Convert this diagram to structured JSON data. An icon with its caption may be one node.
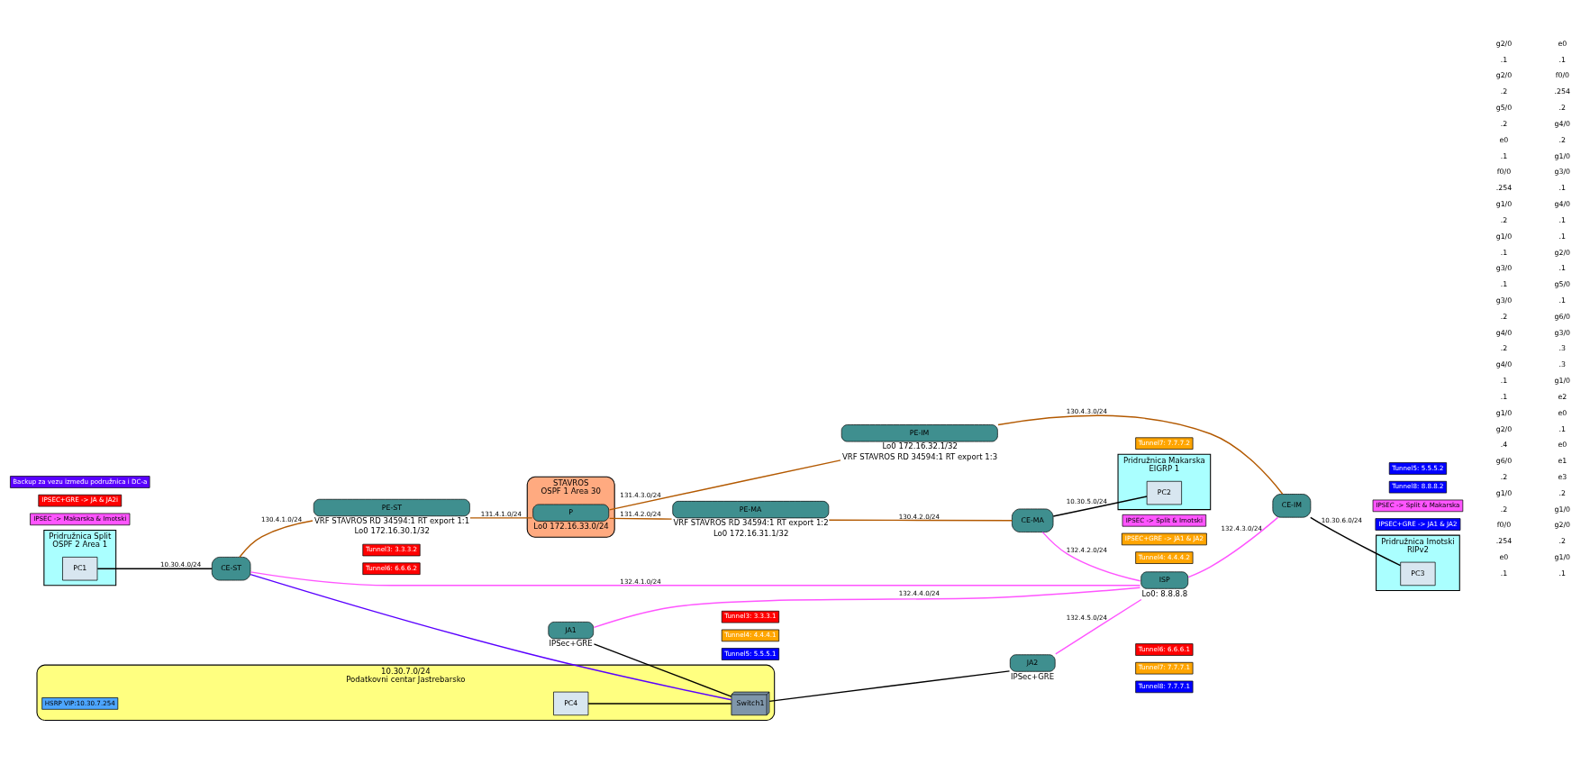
{
  "diagram": {
    "nodes": [
      {
        "text": [
          "Pridružnica Split",
          "OSPF 2 Area 1"
        ]
      },
      {
        "text": [
          "PC1"
        ],
        "in": 0
      },
      {
        "text": [
          "CE-ST"
        ]
      },
      {
        "text": [
          "Tunnel3: 3.3.3.2"
        ]
      },
      {
        "text": [
          "Tunnel6: 6.6.6.2"
        ]
      },
      {
        "text": [
          "STAVROS",
          "OSPF 1 Area 30"
        ]
      },
      {
        "text": [
          "PE-ST"
        ],
        "beside": [
          "VRF STAVROS RD 34594:1 RT export 1:1",
          "Lo0 172.16.30.1/32"
        ]
      },
      {
        "text": [
          "P"
        ],
        "in": 5,
        "beside": [
          "Lo0 172.16.33.0/24"
        ]
      },
      {
        "text": [
          "PE-MA"
        ],
        "beside": [
          "VRF STAVROS RD 34594:1 RT export 1:2",
          "Lo0 172.16.31.1/32"
        ]
      },
      {
        "text": [
          "PE-IM"
        ],
        "beside": [
          "Lo0 172.16.32.1/32",
          "VRF STAVROS RD 34594:1 RT export 1:3"
        ]
      },
      {
        "text": [
          "Tunnel4: 4.4.4.2"
        ]
      },
      {
        "text": [
          "Tunnel7: 7.7.7.2"
        ]
      },
      {
        "text": [
          "Pridružnica Makarska",
          "EIGRP 1"
        ]
      },
      {
        "text": [
          "CE-MA"
        ]
      },
      {
        "text": [
          "PC2"
        ],
        "in": 12
      },
      {
        "text": [
          "IPSEC -> Makarska & Imotski"
        ]
      },
      {
        "text": [
          "IPSEC+GRE -> JA & JA2i"
        ]
      },
      {
        "text": [
          "IPSEC -> Split & Imotski"
        ]
      },
      {
        "text": [
          "IPSEC+GRE -> JA1 & JA2"
        ]
      },
      {
        "text": [
          "Backup za vezu između podružnica i DC-a"
        ]
      },
      {
        "text": [
          "10.30.7.0/24",
          "Podatkovni centar Jastrebarsko"
        ]
      },
      {
        "text": [
          "JA1"
        ],
        "beside": [
          "IPSec+GRE"
        ]
      },
      {
        "text": [
          "Tunnel3: 3.3.3.1"
        ]
      },
      {
        "text": [
          "Tunnel4: 4.4.4.1"
        ]
      },
      {
        "text": [
          "Tunnel5: 5.5.5.1"
        ]
      },
      {
        "text": [
          "PC4"
        ],
        "in": 20
      },
      {
        "text": [
          "Switch1"
        ],
        "in": 20
      },
      {
        "text": [
          "HSRP VIP:10.30.7.254"
        ],
        "in": 20
      },
      {
        "text": [
          "JA2"
        ],
        "beside": [
          "IPSec+GRE"
        ]
      },
      {
        "text": [
          "Tunnel6: 6.6.6.1"
        ]
      },
      {
        "text": [
          "Tunnel7: 7.7.7.1"
        ]
      },
      {
        "text": [
          "Tunnel8: 7.7.7.1"
        ]
      },
      {
        "text": [
          "ISP"
        ],
        "beside": [
          "Lo0: 8.8.8.8"
        ]
      },
      {
        "text": [
          "Tunnel5: 5.5.5.2"
        ]
      },
      {
        "text": [
          "Tunnel8: 8.8.8.2"
        ]
      },
      {
        "text": [
          "CE-IM"
        ]
      },
      {
        "text": [
          "IPSEC -> Split & Makarska"
        ]
      },
      {
        "text": [
          "IPSEC+GRE -> JA1 & JA2"
        ]
      },
      {
        "text": [
          "Pridružnica Imotski",
          "RIPv2"
        ]
      },
      {
        "text": [
          "PC3"
        ],
        "in": 38
      }
    ],
    "edges": [
      {
        "from": 1,
        "to": 2,
        "arrow": "none",
        "label": "10.30.4.0/24"
      },
      {
        "from": 2,
        "to": 6,
        "arrow": "none",
        "label": "130.4.1.0/24",
        "color": "#b35900"
      },
      {
        "from": 2,
        "to": 32,
        "arrow": "none",
        "label": "132.4.1.0/24",
        "color": "#ff55ff"
      },
      {
        "from": 2,
        "to": 26,
        "arrow": "none",
        "color": "#5a00ff"
      },
      {
        "from": 6,
        "to": 7,
        "arrow": "none",
        "label": "131.4.1.0/24",
        "color": "#b35900"
      },
      {
        "from": 7,
        "to": 8,
        "arrow": "none",
        "label": "131.4.2.0/24",
        "color": "#b35900"
      },
      {
        "from": 7,
        "to": 9,
        "arrow": "none",
        "label": "131.4.3.0/24",
        "color": "#b35900"
      },
      {
        "from": 8,
        "to": 13,
        "arrow": "none",
        "label": "130.4.2.0/24",
        "color": "#b35900"
      },
      {
        "from": 13,
        "to": 14,
        "arrow": "none",
        "label": "10.30.5.0/24"
      },
      {
        "from": 13,
        "to": 32,
        "arrow": "none",
        "label": "132.4.2.0/24",
        "color": "#ff55ff"
      },
      {
        "from": 9,
        "to": 35,
        "arrow": "none",
        "label": "130.4.3.0/24",
        "color": "#b35900"
      },
      {
        "from": 21,
        "to": 26,
        "arrow": "none"
      },
      {
        "from": 25,
        "to": 26,
        "arrow": "none"
      },
      {
        "from": 26,
        "to": 28,
        "arrow": "none"
      },
      {
        "from": 21,
        "to": 32,
        "arrow": "none",
        "label": "132.4.4.0/24",
        "color": "#ff55ff"
      },
      {
        "from": 28,
        "to": 32,
        "arrow": "none",
        "label": "132.4.5.0/24",
        "color": "#ff55ff"
      },
      {
        "from": 32,
        "to": 35,
        "arrow": "none",
        "label": "132.4.3.0/24",
        "color": "#ff55ff"
      },
      {
        "from": 35,
        "to": 39,
        "arrow": "none",
        "label": "10.30.6.0/24"
      }
    ],
    "labels": [
      ".1",
      "e0",
      ".254",
      "f0/0",
      ".2",
      "g1/0",
      ".2",
      "g6/0",
      ".4",
      "g2/0",
      "g1/0",
      ".1",
      ".1",
      "g4/0",
      ".2",
      "g4/0",
      ".2",
      "g3/0",
      ".1",
      "g3/0",
      ".1",
      "g1/0",
      ".2",
      "g1/0",
      ".254",
      "f0/0",
      ".1",
      "e0",
      ".2",
      "g5/0",
      ".2",
      "g2/0",
      ".1",
      "g2/0",
      ".1",
      "g1/0",
      ".2",
      "g2/0",
      "g1/0",
      ".2",
      "e3",
      "e1",
      "e0",
      ".1",
      "e0",
      "e2",
      "g1/0",
      ".3",
      ".3",
      "g3/0",
      "g6/0",
      ".1",
      "g5/0",
      ".1",
      "g2/0",
      ".1",
      ".1",
      "g4/0",
      ".1",
      "g3/0",
      "g1/0",
      ".2",
      "g4/0",
      ".2",
      ".254",
      "f0/0",
      ".1",
      "e0"
    ]
  }
}
